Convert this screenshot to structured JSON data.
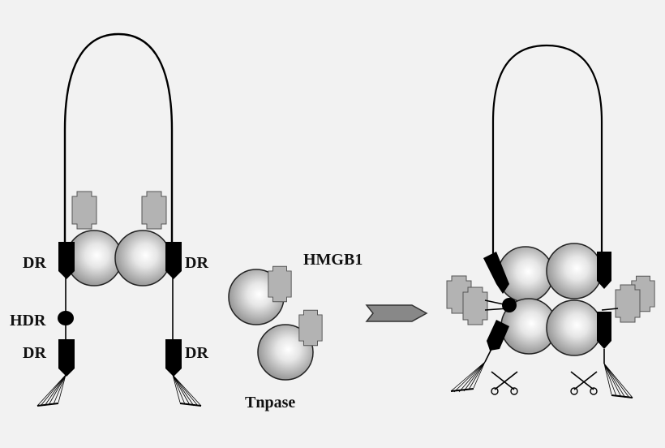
{
  "labels": {
    "dr_left_top": "DR",
    "dr_right_top": "DR",
    "hdr": "HDR",
    "dr_left_bottom": "DR",
    "dr_right_bottom": "DR",
    "hmgb1": "HMGB1",
    "tnpase": "Tnpase"
  },
  "colors": {
    "background": "#f2f2f2",
    "dna": "#000000",
    "protein_gray": "#b3b3b3",
    "sphere_dark": "#8c8c8c",
    "sphere_light": "#ffffff"
  },
  "icons": [
    "scissors-icon",
    "arrow-right-icon"
  ]
}
